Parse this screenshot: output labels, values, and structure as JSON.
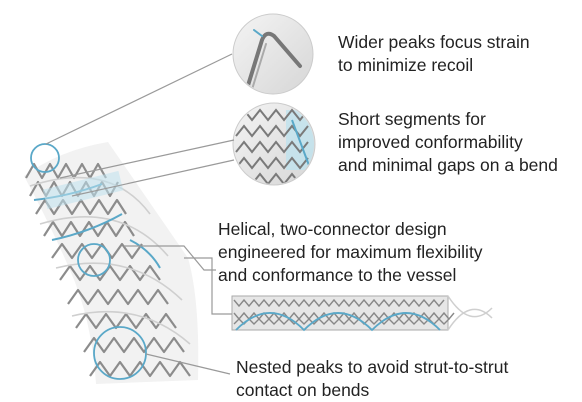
{
  "callouts": [
    {
      "id": "wider-peaks",
      "text": "Wider peaks focus strain\nto minimize recoil"
    },
    {
      "id": "short-segments",
      "text": "Short segments for\nimproved conformability\nand minimal gaps on a bend"
    },
    {
      "id": "helical-design",
      "text": "Helical, two-connector design\nengineered for maximum flexibility\nand conformance to the vessel"
    },
    {
      "id": "nested-peaks",
      "text": "Nested peaks to avoid strut-to-strut\ncontact on bends"
    }
  ],
  "colors": {
    "text": "#222222",
    "leader": "#9a9a9a",
    "strut": "#8c8c8c",
    "strut_light": "#cfcfcf",
    "accent_blue": "#5aa8c8",
    "accent_blue_fill": "#bfe2ee"
  }
}
